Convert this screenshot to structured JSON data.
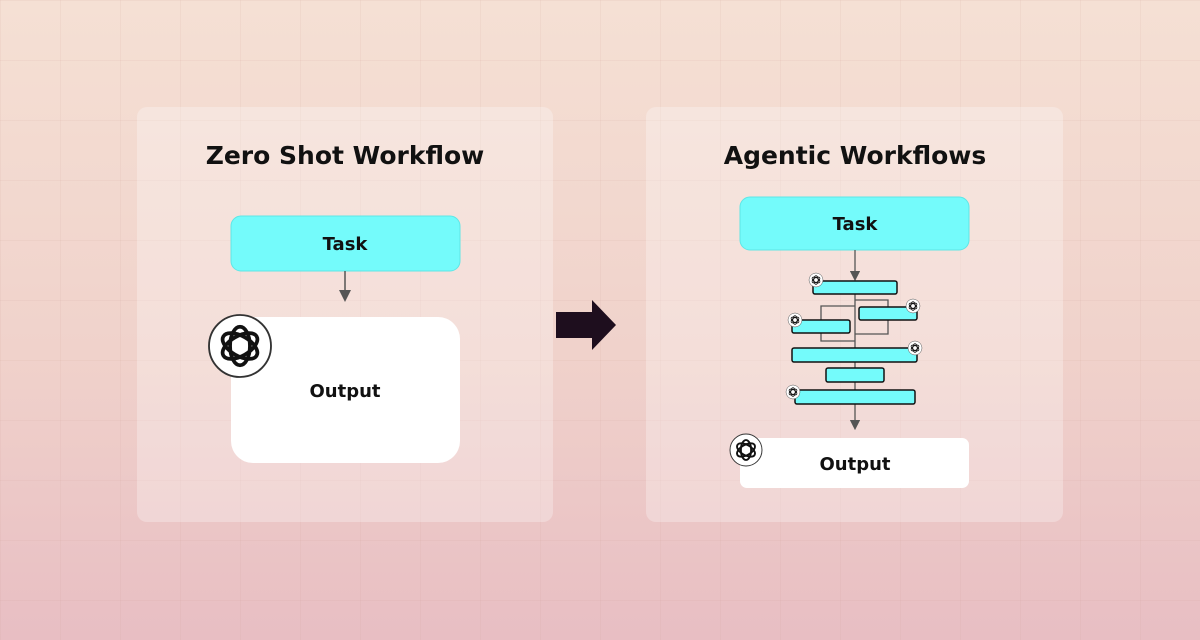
{
  "left_panel": {
    "title": "Zero Shot Workflow",
    "task_label": "Task",
    "output_label": "Output"
  },
  "right_panel": {
    "title": "Agentic Workflows",
    "task_label": "Task",
    "output_label": "Output"
  },
  "colors": {
    "task": "#74fbfb",
    "output": "#ffffff",
    "arrow": "#1e0e1e"
  }
}
